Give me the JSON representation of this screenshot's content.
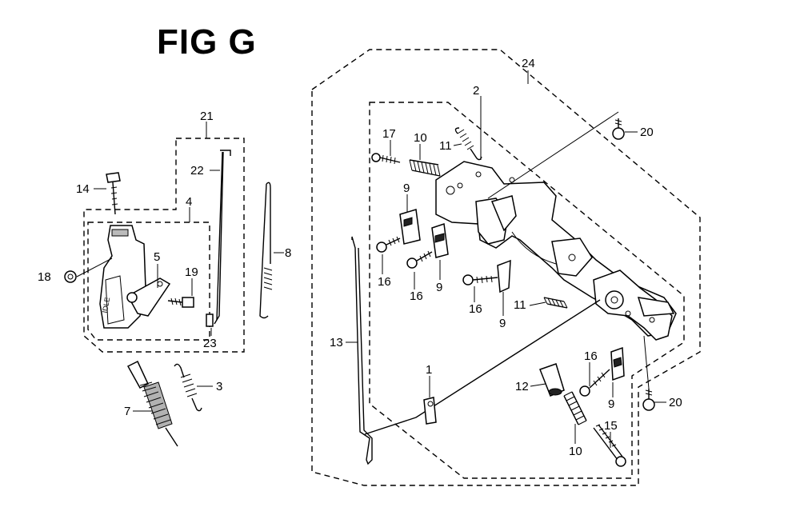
{
  "figure": {
    "title": "FIG G"
  },
  "callouts": {
    "c1": "1",
    "c2": "2",
    "c3": "3",
    "c4": "4",
    "c5": "5",
    "c7": "7",
    "c8": "8",
    "c9a": "9",
    "c9b": "9",
    "c9c": "9",
    "c9d": "9",
    "c10a": "10",
    "c10b": "10",
    "c11a": "11",
    "c11b": "11",
    "c12": "12",
    "c13": "13",
    "c14": "14",
    "c15": "15",
    "c16a": "16",
    "c16b": "16",
    "c16c": "16",
    "c16d": "16",
    "c17": "17",
    "c18": "18",
    "c19": "19",
    "c20a": "20",
    "c20b": "20",
    "c21": "21",
    "c22": "22",
    "c23": "23",
    "c24": "24"
  },
  "colors": {
    "line": "#000000",
    "background": "#ffffff"
  }
}
